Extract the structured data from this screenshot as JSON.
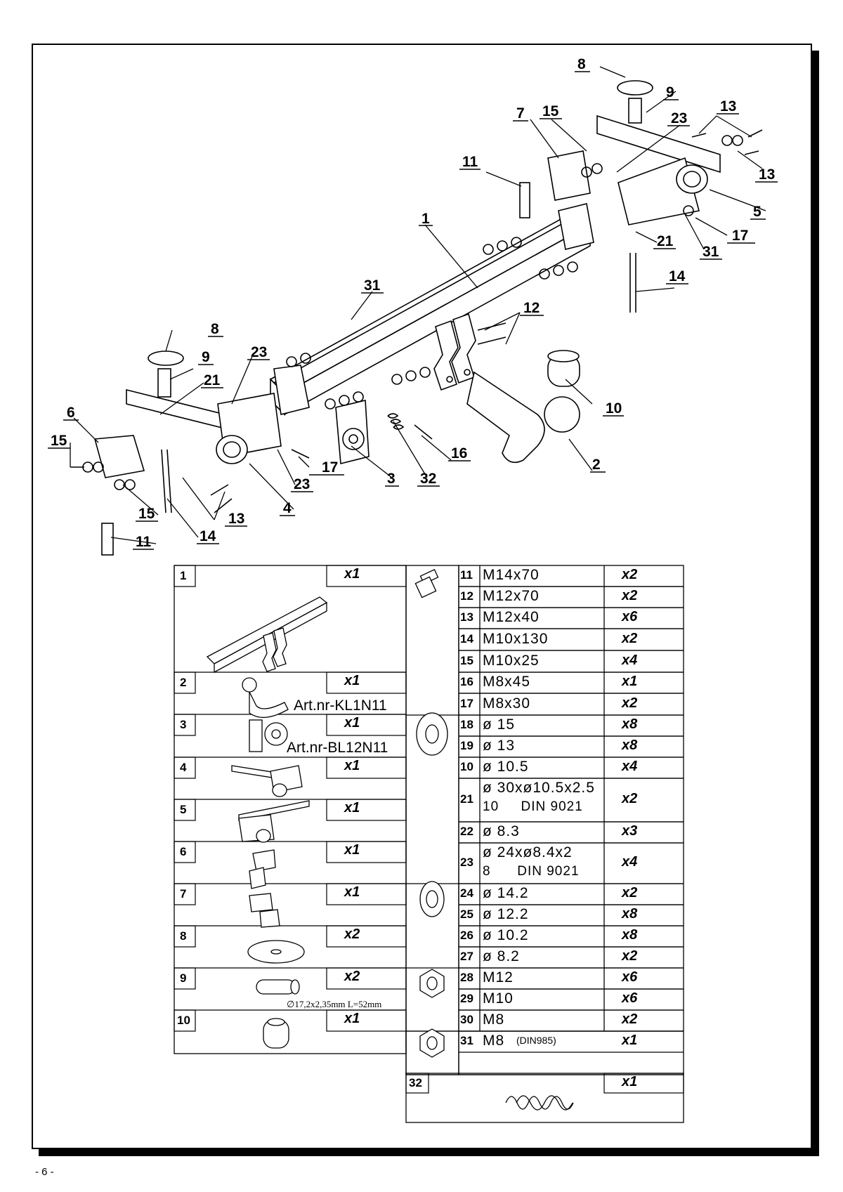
{
  "page_number": "- 6 -",
  "callouts": [
    "1",
    "2",
    "3",
    "4",
    "5",
    "6",
    "7",
    "8",
    "8",
    "9",
    "9",
    "10",
    "11",
    "11",
    "12",
    "13",
    "13",
    "13",
    "14",
    "14",
    "15",
    "15",
    "15",
    "16",
    "17",
    "17",
    "21",
    "21",
    "23",
    "23",
    "23",
    "31",
    "32"
  ],
  "parts_left": [
    {
      "num": "1",
      "qty": "x1",
      "art": ""
    },
    {
      "num": "2",
      "qty": "x1",
      "art": "Art.nr-KL1N11"
    },
    {
      "num": "3",
      "qty": "x1",
      "art": "Art.nr-BL12N11"
    },
    {
      "num": "4",
      "qty": "x1",
      "art": ""
    },
    {
      "num": "5",
      "qty": "x1",
      "art": ""
    },
    {
      "num": "6",
      "qty": "x1",
      "art": ""
    },
    {
      "num": "7",
      "qty": "x1",
      "art": ""
    },
    {
      "num": "8",
      "qty": "x2",
      "art": ""
    },
    {
      "num": "9",
      "qty": "x2",
      "art": "∅17,2x2,35mm L=52mm"
    },
    {
      "num": "10",
      "qty": "x1",
      "art": ""
    }
  ],
  "parts_right": [
    {
      "num": "11",
      "spec": "M14x70",
      "spec2": "",
      "qty": "x2"
    },
    {
      "num": "12",
      "spec": "M12x70",
      "spec2": "",
      "qty": "x2"
    },
    {
      "num": "13",
      "spec": "M12x40",
      "spec2": "",
      "qty": "x6"
    },
    {
      "num": "14",
      "spec": "M10x130",
      "spec2": "",
      "qty": "x2"
    },
    {
      "num": "15",
      "spec": "M10x25",
      "spec2": "",
      "qty": "x4"
    },
    {
      "num": "16",
      "spec": "M8x45",
      "spec2": "",
      "qty": "x1"
    },
    {
      "num": "17",
      "spec": "M8x30",
      "spec2": "",
      "qty": "x2"
    },
    {
      "num": "18",
      "spec": "ø 15",
      "spec2": "",
      "qty": "x8"
    },
    {
      "num": "19",
      "spec": "ø 13",
      "spec2": "",
      "qty": "x8"
    },
    {
      "num": "10",
      "spec": "ø 10.5",
      "spec2": "",
      "qty": "x4"
    },
    {
      "num": "21",
      "spec": "ø 30xø10.5x2.5",
      "spec2": "10     DIN 9021",
      "qty": "x2"
    },
    {
      "num": "22",
      "spec": "ø 8.3",
      "spec2": "",
      "qty": "x3"
    },
    {
      "num": "23",
      "spec": "ø 24xø8.4x2",
      "spec2": "8      DIN 9021",
      "qty": "x4"
    },
    {
      "num": "24",
      "spec": "ø 14.2",
      "spec2": "",
      "qty": "x2"
    },
    {
      "num": "25",
      "spec": "ø 12.2",
      "spec2": "",
      "qty": "x8"
    },
    {
      "num": "26",
      "spec": "ø 10.2",
      "spec2": "",
      "qty": "x8"
    },
    {
      "num": "27",
      "spec": "ø 8.2",
      "spec2": "",
      "qty": "x2"
    },
    {
      "num": "28",
      "spec": "M12",
      "spec2": "",
      "qty": "x6"
    },
    {
      "num": "29",
      "spec": "M10",
      "spec2": "",
      "qty": "x6"
    },
    {
      "num": "30",
      "spec": "M8",
      "spec2": "",
      "qty": "x2"
    },
    {
      "num": "31",
      "spec": "M8",
      "spec2": "(DIN985)",
      "qty": "x1"
    }
  ],
  "part_32": {
    "num": "32",
    "qty": "x1"
  }
}
